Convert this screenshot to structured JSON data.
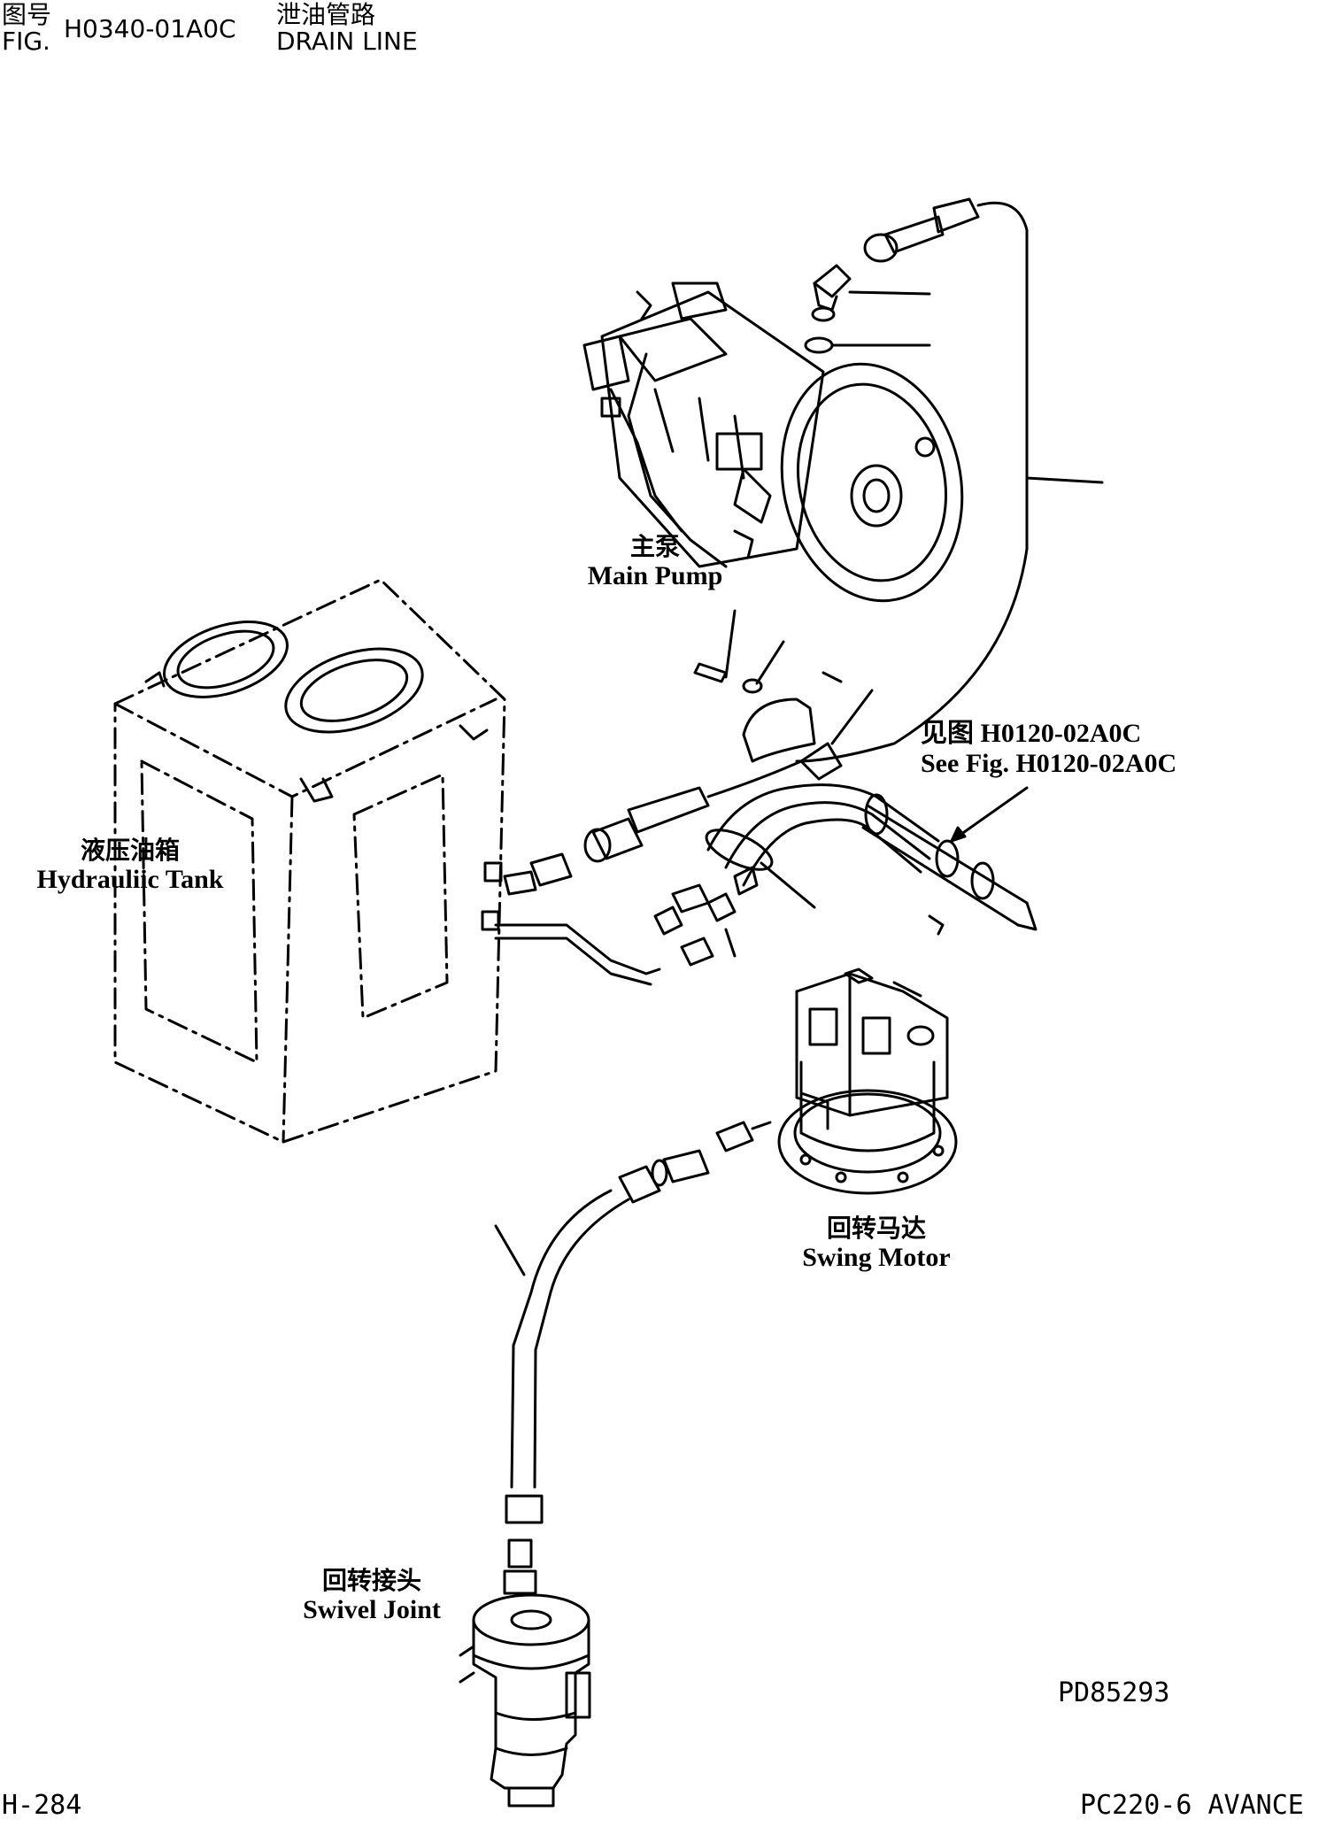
{
  "header": {
    "fig_cn": "图号",
    "fig_en": "FIG.",
    "fig_number": "H0340-01A0C",
    "title_cn": "泄油管路",
    "title_en": "DRAIN LINE"
  },
  "labels": {
    "main_pump_cn": "主泵",
    "main_pump_en": "Main Pump",
    "tank_cn": "液压油箱",
    "tank_en": "Hydrauliic Tank",
    "see_fig_cn": "见图 H0120-02A0C",
    "see_fig_en": "See Fig. H0120-02A0C",
    "swing_motor_cn": "回转马达",
    "swing_motor_en": "Swing Motor",
    "swivel_joint_cn": "回转接头",
    "swivel_joint_en": "Swivel Joint"
  },
  "footer": {
    "drawing_no": "PD85293",
    "page": "H-284",
    "model": "PC220-6 AVANCE"
  }
}
